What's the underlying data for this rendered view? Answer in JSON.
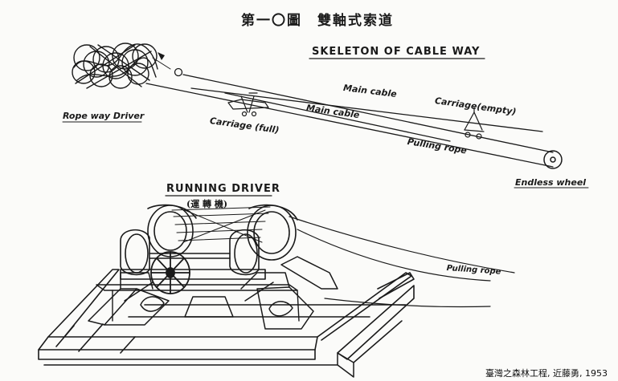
{
  "figure": {
    "title": "第一〇圖　雙軸式索道",
    "subtitle": "SKELETON OF CABLE WAY"
  },
  "labels": {
    "rope_way_driver": "Rope way Driver",
    "main_cable_upper": "Main cable",
    "main_cable_lower": "Main cable",
    "carriage_empty": "Carriage(empty)",
    "carriage_full": "Carriage (full)",
    "pulling_rope": "Pulling rope",
    "endless_wheel": "Endless wheel",
    "running_driver": "RUNNING DRIVER",
    "running_driver_cn": "(運 轉 機)",
    "pulling_rope_lower": "Pulling rope"
  },
  "credit": "臺灣之森林工程, 近藤勇, 1953",
  "colors": {
    "ink": "#1a1a1a",
    "paper": "#fbfbf9"
  }
}
